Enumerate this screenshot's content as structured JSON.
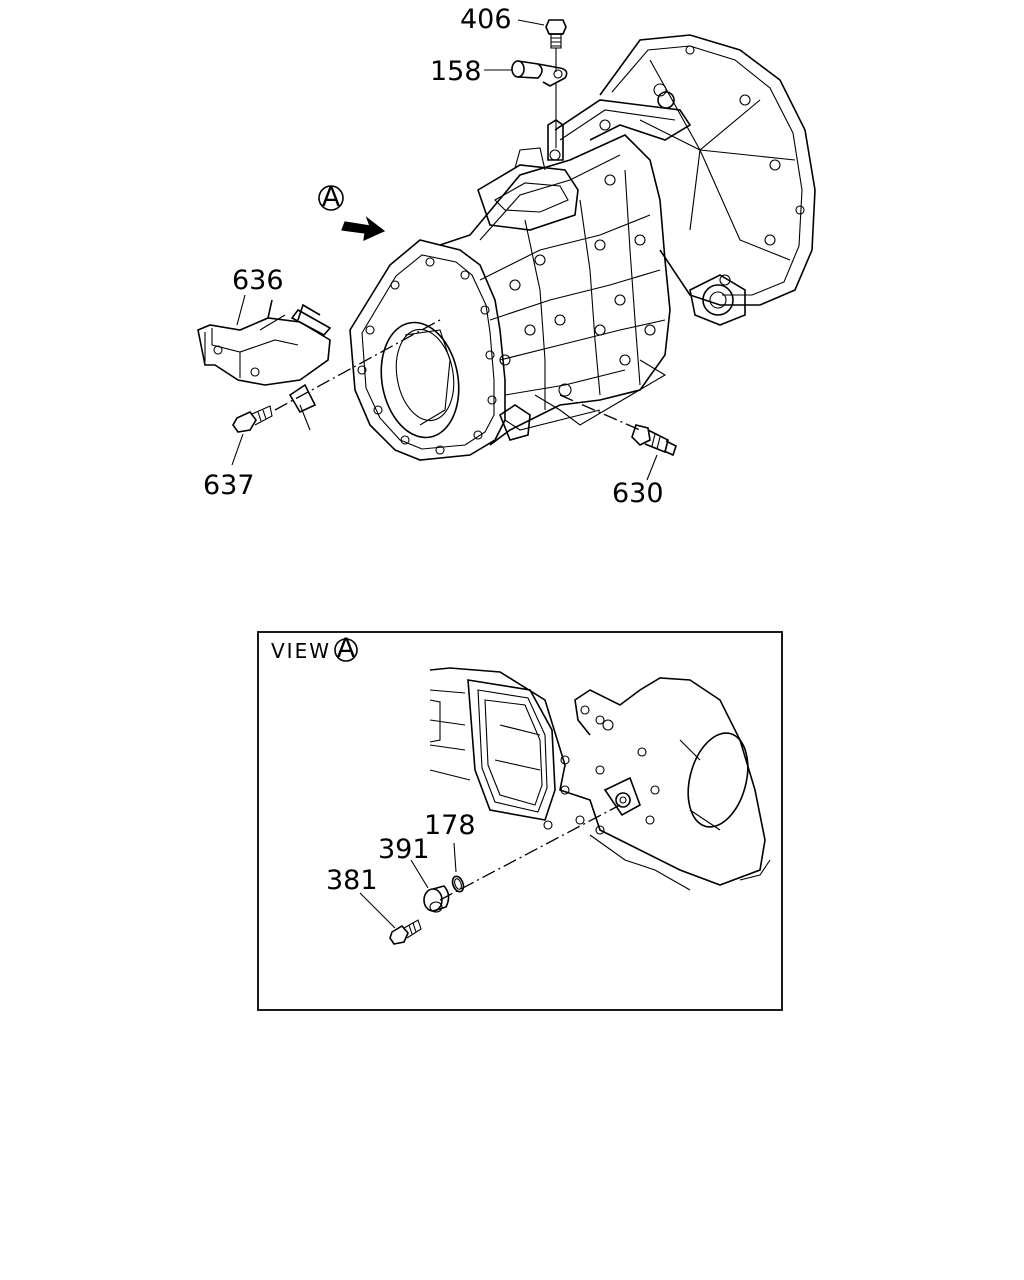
{
  "diagram": {
    "view_marker": "A",
    "main_callouts": [
      {
        "id": "406",
        "text": "406"
      },
      {
        "id": "158",
        "text": "158"
      },
      {
        "id": "636",
        "text": "636"
      },
      {
        "id": "637",
        "text": "637"
      },
      {
        "id": "630",
        "text": "630"
      }
    ],
    "inset": {
      "title": "VIEW",
      "marker": "A",
      "callouts": [
        {
          "id": "178",
          "text": "178"
        },
        {
          "id": "391",
          "text": "391"
        },
        {
          "id": "381",
          "text": "381"
        }
      ]
    }
  }
}
